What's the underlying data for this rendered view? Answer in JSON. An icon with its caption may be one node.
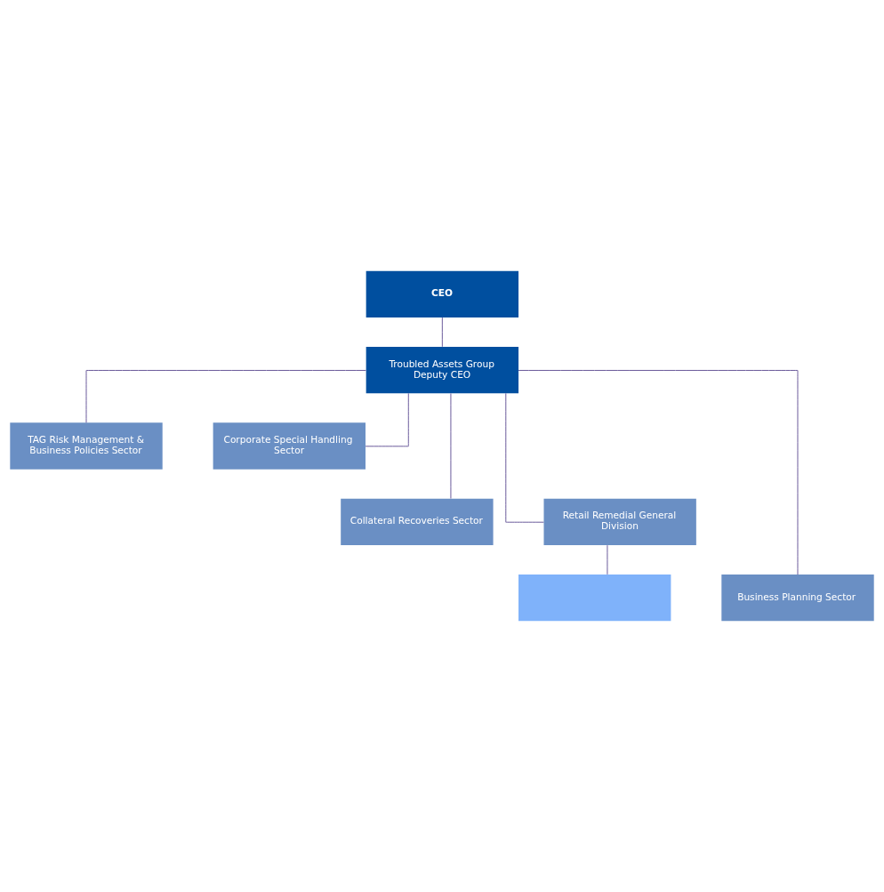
{
  "diagram": {
    "nodes": [
      {
        "text": [
          "CEO"
        ]
      },
      {
        "text": [
          "Troubled Assets Group",
          "Deputy CEO"
        ]
      },
      {
        "text": [
          "TAG Risk Management & Business Policies Sector"
        ]
      },
      {
        "text": [
          "Corporate Special Handling Sector"
        ]
      },
      {
        "text": [
          "Collateral Recoveries Sector"
        ]
      },
      {
        "text": [
          "Retail Remedial General Division"
        ]
      },
      {
        "text": [
          "Business Planning Sector"
        ]
      },
      {
        "text": [],
        "shape": "box"
      }
    ],
    "edges": [
      {
        "from": 0,
        "to": 1,
        "arrow": "none"
      },
      {
        "from": 1,
        "to": 2,
        "arrow": "none"
      },
      {
        "from": 1,
        "to": 3,
        "arrow": "none"
      },
      {
        "from": 1,
        "to": 4,
        "arrow": "none"
      },
      {
        "from": 1,
        "to": 5,
        "arrow": "none"
      },
      {
        "from": 1,
        "to": 6,
        "arrow": "none"
      },
      {
        "from": 5,
        "to": 7,
        "arrow": "none"
      }
    ]
  }
}
